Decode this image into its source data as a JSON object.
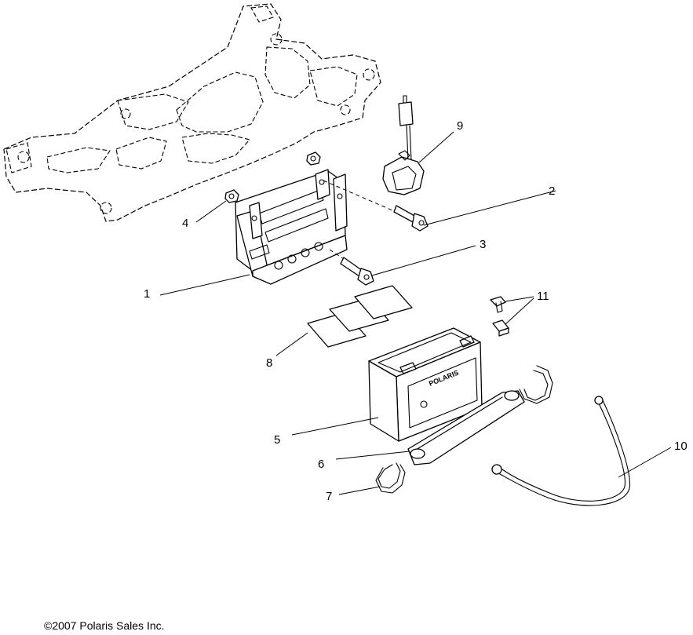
{
  "callouts": {
    "c1": "1",
    "c2": "2",
    "c3": "3",
    "c4": "4",
    "c5": "5",
    "c6": "6",
    "c7": "7",
    "c8": "8",
    "c9": "9",
    "c10": "10",
    "c11": "11"
  },
  "battery_label": "POLARIS",
  "copyright": "©2007 Polaris Sales Inc."
}
